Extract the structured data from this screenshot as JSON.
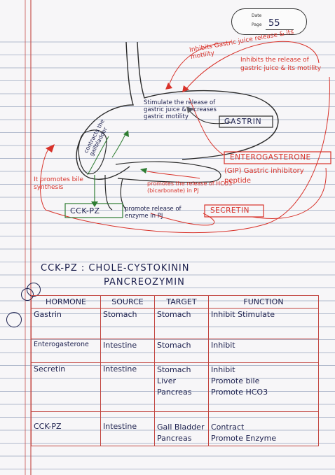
{
  "header": {
    "date_label": "Date",
    "page_label": "Page",
    "page_number": "55"
  },
  "diagram": {
    "inhibits_gastric_juice": "Inhibits Gastric juice release & its motility",
    "inhibits_release": "Inhibits the release of gastric juice & its motility",
    "stimulate_release": "Stimulate the release of gastric juice & increases gastric motility",
    "gastrin": "GASTRIN",
    "enterogastrone": "ENTEROGASTERONE",
    "gip": "(GIP) Gastric inhibitory peptide",
    "contracts_gallbladder": "contracts the gallbladder",
    "promotes_bile": "It promotes bile synthesis",
    "promotes_release_hco3": "promotes the release of HCO3 (bicarbonate) in PJ",
    "secretin": "SECRETIN",
    "cck_pz": "CCK-PZ",
    "promote_enzyme": "promote release of enzyme in PJ"
  },
  "title": {
    "line1": "CCK-PZ : CHOLE-CYSTOKININ",
    "line2": "PANCREOZYMIN"
  },
  "table": {
    "headers": [
      "HORMONE",
      "SOURCE",
      "TARGET",
      "FUNCTION"
    ],
    "rows": [
      {
        "hormone": "Gastrin",
        "source": "Stomach",
        "targets": [
          "Stomach"
        ],
        "functions": [
          "Inhibit Stimulate"
        ]
      },
      {
        "hormone": "Enterogasterone",
        "source": "Intestine",
        "targets": [
          "Stomach"
        ],
        "functions": [
          "Inhibit"
        ]
      },
      {
        "hormone": "Secretin",
        "source": "Intestine",
        "targets": [
          "Stomach",
          "Liver",
          "Pancreas"
        ],
        "functions": [
          "Inhibit",
          "Promote bile",
          "Promote HCO3"
        ]
      },
      {
        "hormone": "CCK-PZ",
        "source": "Intestine",
        "targets": [
          "Gall Bladder",
          "Pancreas"
        ],
        "functions": [
          "Contract",
          "Promote Enzyme"
        ]
      }
    ]
  }
}
